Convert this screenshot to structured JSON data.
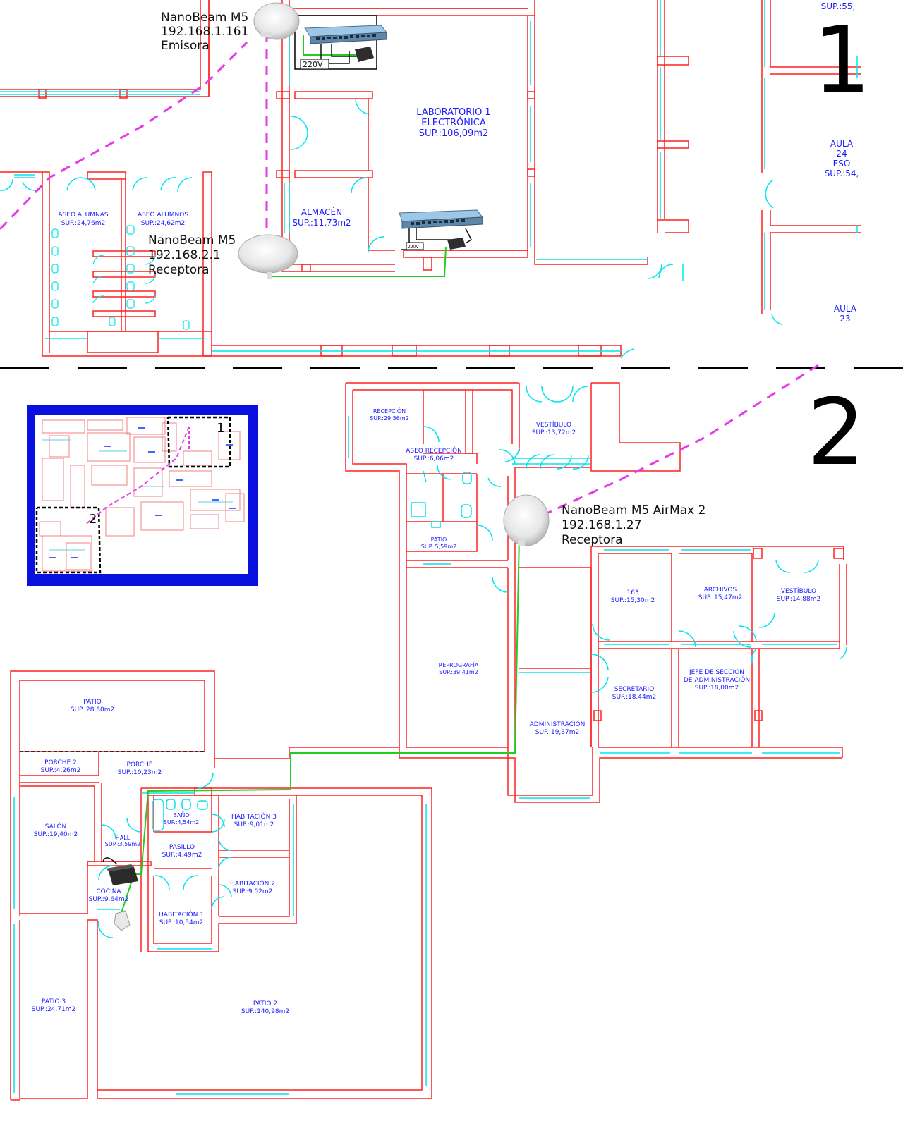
{
  "devices": {
    "emitter": {
      "model": "NanoBeam M5",
      "ip": "192.168.1.161",
      "role": "Emisora"
    },
    "receiver1": {
      "model": "NanoBeam M5",
      "ip": "192.168.2.1",
      "role": "Receptora"
    },
    "receiver2": {
      "model": "NanoBeam M5 AirMax 2",
      "ip": "192.168.1.27",
      "role": "Receptora"
    },
    "power_labels": [
      "220V",
      "220V"
    ]
  },
  "zones": {
    "zone1": "1",
    "zone2": "2",
    "mini1": "1",
    "mini2": "2"
  },
  "rooms": {
    "lab": [
      "LABORATORIO  1",
      "ELECTRÓNICA",
      "SUP.:106,09m2"
    ],
    "almacen": [
      "ALMACÉN",
      "SUP.:11,73m2"
    ],
    "aseo_alumnas": [
      "ASEO  ALUMNAS",
      "SUP.:24,76m2"
    ],
    "aseo_alumnos": [
      "ASEO  ALUMNOS",
      "SUP.:24,62m2"
    ],
    "aula24": [
      "AULA",
      "24",
      "ESO",
      "SUP.:54,"
    ],
    "aula23": [
      "AULA",
      "23"
    ],
    "sup55": [
      "SUP.:55,"
    ],
    "recepcion": [
      "RECEPCIÓN",
      "SUP.:29,56m2"
    ],
    "vestibulo1": [
      "VESTÍBULO",
      "SUP.:13,72m2"
    ],
    "aseo_recepcion": [
      "ASEO  RECEPCIÓN",
      "SUP.:6,06m2"
    ],
    "patio_small": [
      "PATIO",
      "SUP.:5,59m2"
    ],
    "reprografia": [
      "REPROGRAFÍA",
      "SUP.:39,41m2"
    ],
    "administracion": [
      "ADMINISTRACIÓN",
      "SUP.:19,37m2"
    ],
    "r163": [
      "163",
      "SUP.:15,30m2"
    ],
    "archivos": [
      "ARCHIVOS",
      "SUP.:15,47m2"
    ],
    "vestibulo2": [
      "VESTÍBULO",
      "SUP.:14,88m2"
    ],
    "secretario": [
      "SECRETARIO",
      "SUP.:18,44m2"
    ],
    "jefe": [
      "JEFE  DE  SECCIÓN",
      "DE  ADMINISTRACIÓN",
      "SUP.:18,00m2"
    ],
    "patio_top": [
      "PATIO",
      "SUP.:28,60m2"
    ],
    "porche2": [
      "PORCHE  2",
      "SUP.:4,26m2"
    ],
    "porche": [
      "PORCHE",
      "SUP.:10,23m2"
    ],
    "salon": [
      "SALÓN",
      "SUP.:19,40m2"
    ],
    "hall": [
      "HALL",
      "SUP.:3,59m2"
    ],
    "bano": [
      "BAÑO",
      "SUP.:4,54m2"
    ],
    "hab3": [
      "HABITACIÓN  3",
      "SUP.:9,01m2"
    ],
    "pasillo": [
      "PASILLO",
      "SUP.:4,49m2"
    ],
    "hab2": [
      "HABITACIÓN  2",
      "SUP.:9,02m2"
    ],
    "cocina": [
      "COCINA",
      "SUP.:9,64m2"
    ],
    "hab1": [
      "HABITACIÓN  1",
      "SUP.:10,54m2"
    ],
    "patio3": [
      "PATIO  3",
      "SUP.:24,71m2"
    ],
    "patio2": [
      "PATIO  2",
      "SUP.:140,98m2"
    ]
  },
  "colors": {
    "wall": "#ff2020",
    "window": "#00e5ee",
    "text": "#1a1aff",
    "wifi": "#e53ae5",
    "cable": "#22cc22",
    "frame": "#0a10e0"
  }
}
